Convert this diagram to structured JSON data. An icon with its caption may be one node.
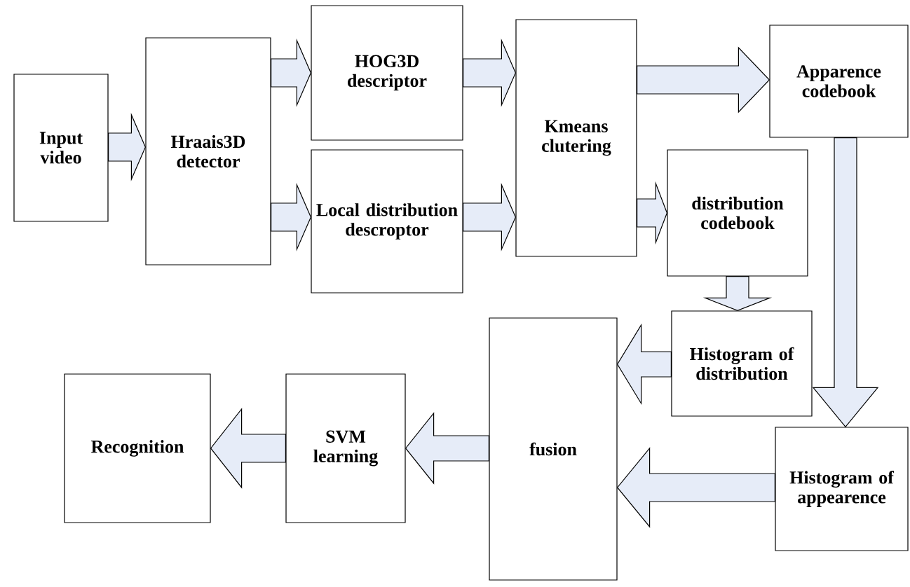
{
  "diagram": {
    "nodes": [
      {
        "text": [
          "Input video"
        ]
      },
      {
        "text": [
          "Hraais3D detector"
        ]
      },
      {
        "text": [
          "HOG3D descriptor"
        ]
      },
      {
        "text": [
          "Local distribution descroptor"
        ]
      },
      {
        "text": [
          "Kmeans clutering"
        ]
      },
      {
        "text": [
          "Apparence codebook"
        ]
      },
      {
        "text": [
          "distribution codebook"
        ]
      },
      {
        "text": [
          "Histogram of distribution"
        ]
      },
      {
        "text": [
          "fusion"
        ]
      },
      {
        "text": [
          "SVM learning"
        ]
      },
      {
        "text": [
          "Recognition"
        ]
      },
      {
        "text": [
          "Histogram of appearence"
        ]
      }
    ],
    "edges": [
      {
        "from": 0,
        "to": 1,
        "arrow": "to"
      },
      {
        "from": 1,
        "to": 2,
        "arrow": "to"
      },
      {
        "from": 1,
        "to": 3,
        "arrow": "to"
      },
      {
        "from": 2,
        "to": 4,
        "arrow": "to"
      },
      {
        "from": 3,
        "to": 4,
        "arrow": "to"
      },
      {
        "from": 4,
        "to": 5,
        "arrow": "to"
      },
      {
        "from": 4,
        "to": 6,
        "arrow": "to"
      },
      {
        "from": 6,
        "to": 7,
        "arrow": "to"
      },
      {
        "from": 5,
        "to": 11,
        "arrow": "to"
      },
      {
        "from": 7,
        "to": 8,
        "arrow": "to"
      },
      {
        "from": 11,
        "to": 8,
        "arrow": "to"
      },
      {
        "from": 8,
        "to": 9,
        "arrow": "to"
      },
      {
        "from": 9,
        "to": 10,
        "arrow": "to"
      }
    ]
  }
}
